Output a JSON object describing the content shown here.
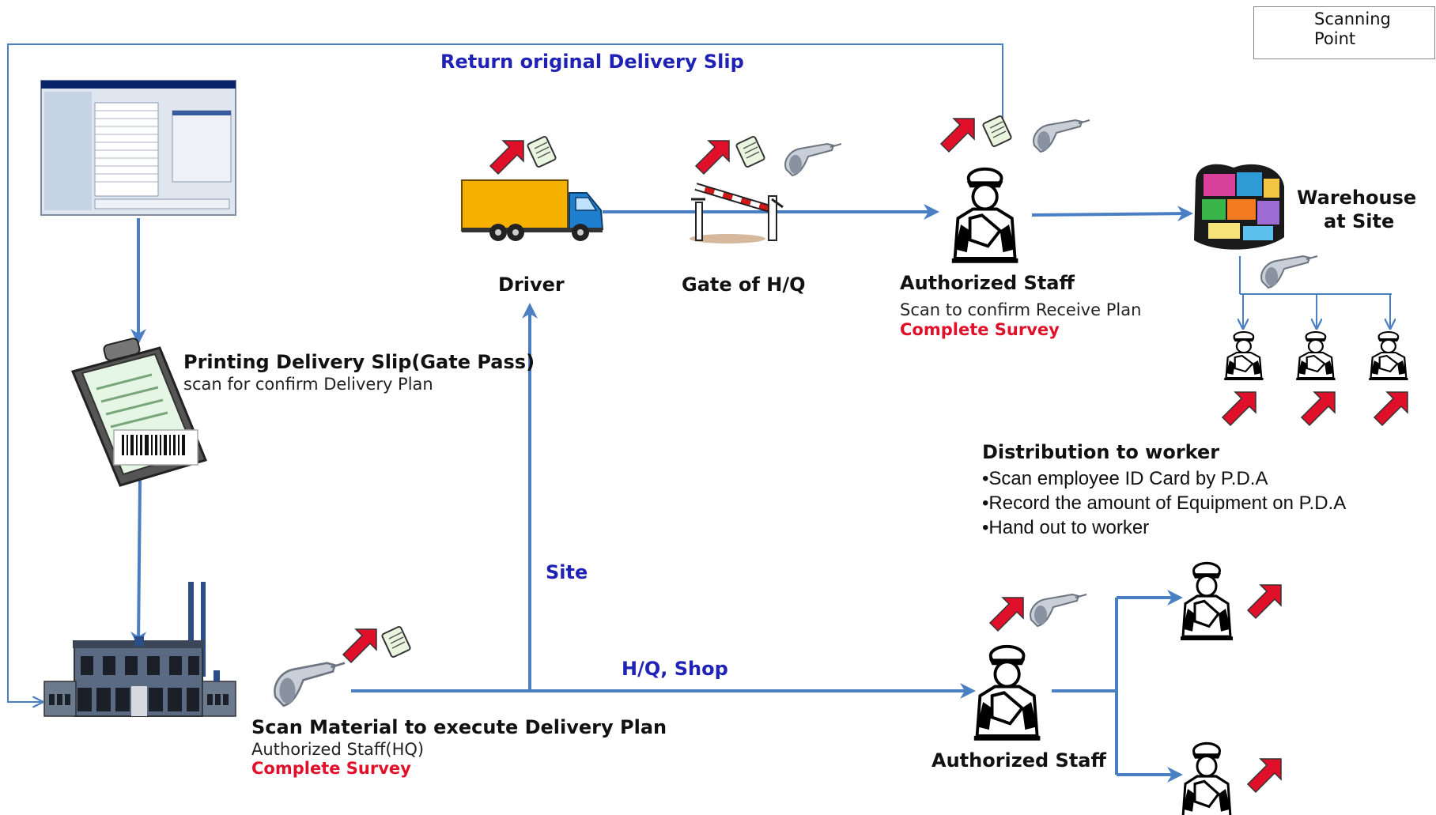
{
  "legend": {
    "label": "Scanning Point",
    "icon": "scanning-point-arrow-icon"
  },
  "edges": {
    "return_slip": "Return original Delivery Slip",
    "site": "Site",
    "hq_shop": "H/Q, Shop"
  },
  "nodes": {
    "driver": {
      "title": "Driver"
    },
    "gate": {
      "title": "Gate of H/Q"
    },
    "authorized_top": {
      "title": "Authorized Staff",
      "subtitle": "Scan to confirm Receive Plan",
      "status": "Complete Survey"
    },
    "warehouse": {
      "title_line1": "Warehouse",
      "title_line2": "at Site"
    },
    "printing": {
      "title": "Printing Delivery Slip(Gate Pass)",
      "subtitle": "scan for confirm Delivery Plan"
    },
    "scan_material": {
      "title": "Scan Material to execute Delivery Plan",
      "subtitle": "Authorized Staff(HQ)",
      "status": "Complete Survey"
    },
    "authorized_bottom": {
      "title": "Authorized Staff"
    }
  },
  "distribution": {
    "title": "Distribution to worker",
    "items": [
      "Scan employee ID Card by P.D.A",
      "Record the amount of Equipment on P.D.A",
      "Hand out to worker"
    ]
  },
  "colors": {
    "flow_blue": "#4a7fc4",
    "label_blue": "#1f22b5",
    "scan_red": "#e0102a",
    "truck_yellow": "#f5b000"
  }
}
